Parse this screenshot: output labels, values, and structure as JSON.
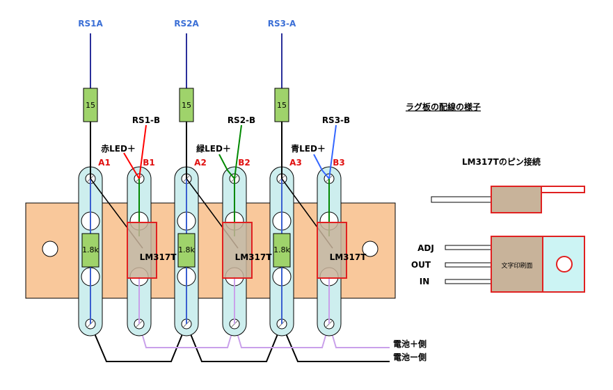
{
  "rs_labels": [
    "RS1A",
    "RS2A",
    "RS3-A"
  ],
  "resistor_top_value": "15",
  "rsb_labels": [
    "RS1-B",
    "RS2-B",
    "RS3-B"
  ],
  "led_labels": [
    "赤LED＋",
    "緑LED＋",
    "青LED＋"
  ],
  "terminal_a": [
    "A1",
    "A2",
    "A3"
  ],
  "terminal_b": [
    "B1",
    "B2",
    "B3"
  ],
  "resistor_bottom_value": "1.8k",
  "regulator_label": "LM317T",
  "title": "ラグ板の配線の様子",
  "pin_title": "LM317Tのピン接続",
  "pins": [
    "ADJ",
    "OUT",
    "IN"
  ],
  "print_side": "文字印刷面",
  "battery_plus": "電池＋側",
  "battery_minus": "電池ー側",
  "colors": {
    "board": "#f9c89b",
    "lug": "#cdeeee",
    "resistor": "#9fd36b",
    "regulator_body": "#c8b39a",
    "frame_red": "#e02020",
    "wire_blue": "#2a2f9a",
    "wire_lavender": "#c9a0ea",
    "led_red": "#ff0000",
    "led_green": "#008800",
    "led_blue": "#3366ff",
    "tab": "#ccf4f4"
  }
}
